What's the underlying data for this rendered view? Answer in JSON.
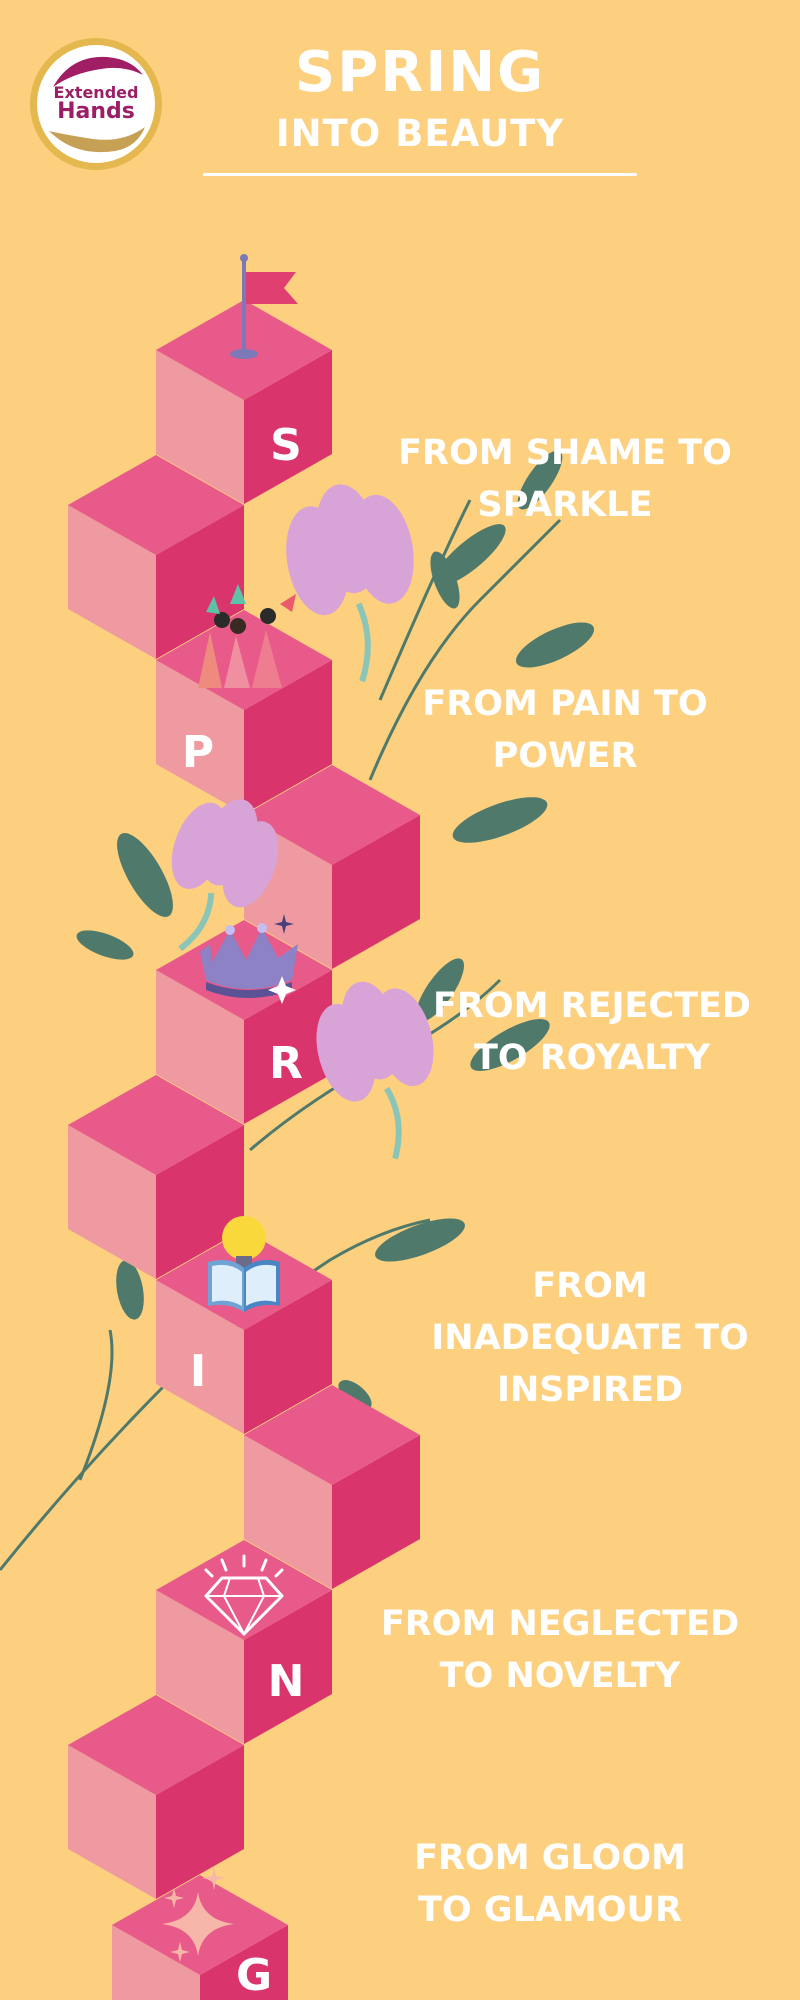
{
  "header": {
    "title": "SPRING",
    "subtitle": "INTO BEAUTY",
    "logo_line1": "Extended",
    "logo_line2": "Hands"
  },
  "steps": [
    {
      "letter": "S",
      "caption": "FROM SHAME TO\nSPARKLE"
    },
    {
      "letter": "P",
      "caption": "FROM PAIN TO\nPOWER"
    },
    {
      "letter": "R",
      "caption": "FROM REJECTED\nTO ROYALTY"
    },
    {
      "letter": "I",
      "caption": "FROM\nINADEQUATE TO\nINSPIRED"
    },
    {
      "letter": "N",
      "caption": "FROM NEGLECTED\nTO NOVELTY"
    },
    {
      "letter": "G",
      "caption": "FROM GLOOM\nTO GLAMOUR"
    }
  ],
  "colors": {
    "background": "#fdd07f",
    "cube_top": "#e85a8a",
    "cube_left": "#ee9aa0",
    "cube_right": "#d9346b",
    "leaf": "#4f7a6b",
    "flower": "#d8a3d6",
    "text": "#ffffff",
    "logo_ring": "#e4b74f",
    "logo_text": "#9b1f64"
  },
  "icons": [
    "flag-icon",
    "dancing-women-icon",
    "crown-icon",
    "lightbulb-book-icon",
    "diamond-icon",
    "sparkle-icon"
  ]
}
